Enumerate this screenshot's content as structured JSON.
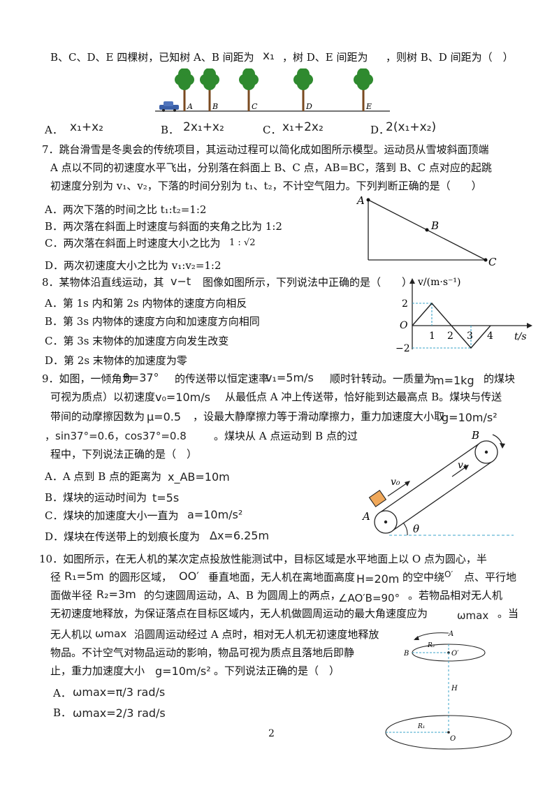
{
  "page_number": "2",
  "q6": {
    "stem_a": "B、C、D、E 四棵树，已知树 A、B 间距为",
    "stem_x1": "x₁",
    "stem_b": "，树 D、E 间距为",
    "stem_c": "，则树 B、D 间距为（　）",
    "trees": [
      "A",
      "B",
      "C",
      "D",
      "E"
    ],
    "opt_a_label": "A．",
    "opt_a": "x₁+x₂",
    "opt_b_label": "B．",
    "opt_b": "2x₁+x₂",
    "opt_c_label": "C．",
    "opt_c": "x₁+2x₂",
    "opt_d_label": "D．",
    "opt_d": "2(x₁+x₂)"
  },
  "q7": {
    "line1": "7．跳台滑雪是冬奥会的传统项目，其运动过程可以简化成如图所示模型。运动员从雪坡斜面顶端",
    "line2": "A 点以不同的初速度水平飞出，分别落在斜面上 B、C 点，AB=BC，落到 B、C 点对应的起跳",
    "line3": "初速度分别为 v₁、v₂，下落的时间分别为 t₁、t₂，不计空气阻力。下列判断正确的是（　　）",
    "opt_a": "A．两次下落的时间之比 t₁:t₂=1:2",
    "opt_b": "B．两次落在斜面上时速度与斜面的夹角之比为 1:2",
    "opt_c": "C．两次落在斜面上时速度大小之比为",
    "opt_c_val": "1 : √2",
    "opt_d": "D．两次初速度大小之比为 v₁:v₂=1:2",
    "diagram_labels": [
      "A",
      "B",
      "C"
    ]
  },
  "q8": {
    "stem_a": "8．某物体沿直线运动，其",
    "stem_vt": "v−t",
    "stem_b": "图像如图所示，下列说法中正确的是（　　）",
    "opt_a": "A．第 1s 内和第 2s 内物体的速度方向相反",
    "opt_b": "B．第 3s 内物体的速度方向和加速度方向相同",
    "opt_c": "C．第 3s 末物体的加速度方向发生改变",
    "opt_d": "D．第 2s 末物体的加速度为零",
    "graph": {
      "ylabel": "v/(m·s⁻¹)",
      "xlabel": "t/s",
      "origin": "O",
      "yticks": [
        "2",
        "−2"
      ],
      "xticks": [
        "1",
        "2",
        "3",
        "4"
      ]
    }
  },
  "q9": {
    "l1a": "9．如图，一倾角为",
    "l1_theta": "θ=37°",
    "l1b": "的传送带以恒定速率",
    "l1_v1": "v₁=5m/s",
    "l1c": "顺时针转动。一质量为",
    "l1_m": "m=1kg",
    "l1d": "的煤块",
    "l2a": "可视为质点）以初速度",
    "l2_v0": "v₀=10m/s",
    "l2b": "从最低点 A 冲上传送带，恰好能到达最高点 B。煤块与传送",
    "l3a": "带间的动摩擦因数为",
    "l3_mu": "μ=0.5",
    "l3b": "，设最大静摩擦力等于滑动摩擦力，重力加速度大小取",
    "l3_g": "g=10m/s²",
    "l4_sin": "，sin37°=0.6，cos37°=0.8",
    "l4b": "。煤块从 A 点运动到 B 点的过",
    "l5": "程中，下列说法正确的是（　）",
    "opt_a": "A．A 点到 B 点的距离为",
    "opt_a_val": "x_AB=10m",
    "opt_b": "B．煤块的运动时间为",
    "opt_b_val": "t=5s",
    "opt_c": "C．煤块的加速度大小一直为",
    "opt_c_val": "a=10m/s²",
    "opt_d": "D．煤块在传送带上的划痕长度为",
    "opt_d_val": "Δx=6.25m",
    "diagram_labels": {
      "b": "B",
      "a": "A",
      "v0": "v₀",
      "v1": "v₁",
      "theta": "θ"
    }
  },
  "q10": {
    "l1": "10．如图所示，在无人机的某次定点投放性能测试中，目标区域是水平地面上以 O 点为圆心，半",
    "l2a": "径",
    "l2_r1": "R₁=5m",
    "l2b": "的圆形区域，",
    "l2_oo": "OO′",
    "l2c": "垂直地面，无人机在离地面高度",
    "l2_h": "H=20m",
    "l2d": "的空中绕",
    "l2_o": "O′",
    "l2e": "点、平行地",
    "l3a": "面做半径",
    "l3_r2": "R₂=3m",
    "l3b": "的匀速圆周运动，A、B 为圆周上的两点，",
    "l3_angle": "∠AO′B=90°",
    "l3c": "。若物品相对无人机",
    "l4a": "无初速度地释放，为保证落点在目标区域内，无人机做圆周运动的最大角速度应为",
    "l4_w": "ωmax",
    "l4b": "。当",
    "l5a": "无人机以",
    "l5_w": "ωmax",
    "l5b": "沿圆周运动经过 A 点时，相对无人机无初速度地释放",
    "l6": "物品。不计空气对物品运动的影响，物品可视为质点且落地后即静",
    "l7a": "止，重力加速度大小",
    "l7_g": "g=10m/s²",
    "l7b": "。下列说法正确的是（　）",
    "opt_a_label": "A．",
    "opt_a_val": "ωmax=π/3 rad/s",
    "opt_b_label": "B．",
    "opt_b_val": "ωmax=2/3 rad/s",
    "diagram_labels": {
      "a": "A",
      "b": "B",
      "o_prime": "O′",
      "r2": "R₂",
      "h": "H",
      "r1": "R₁",
      "o": "O"
    }
  }
}
